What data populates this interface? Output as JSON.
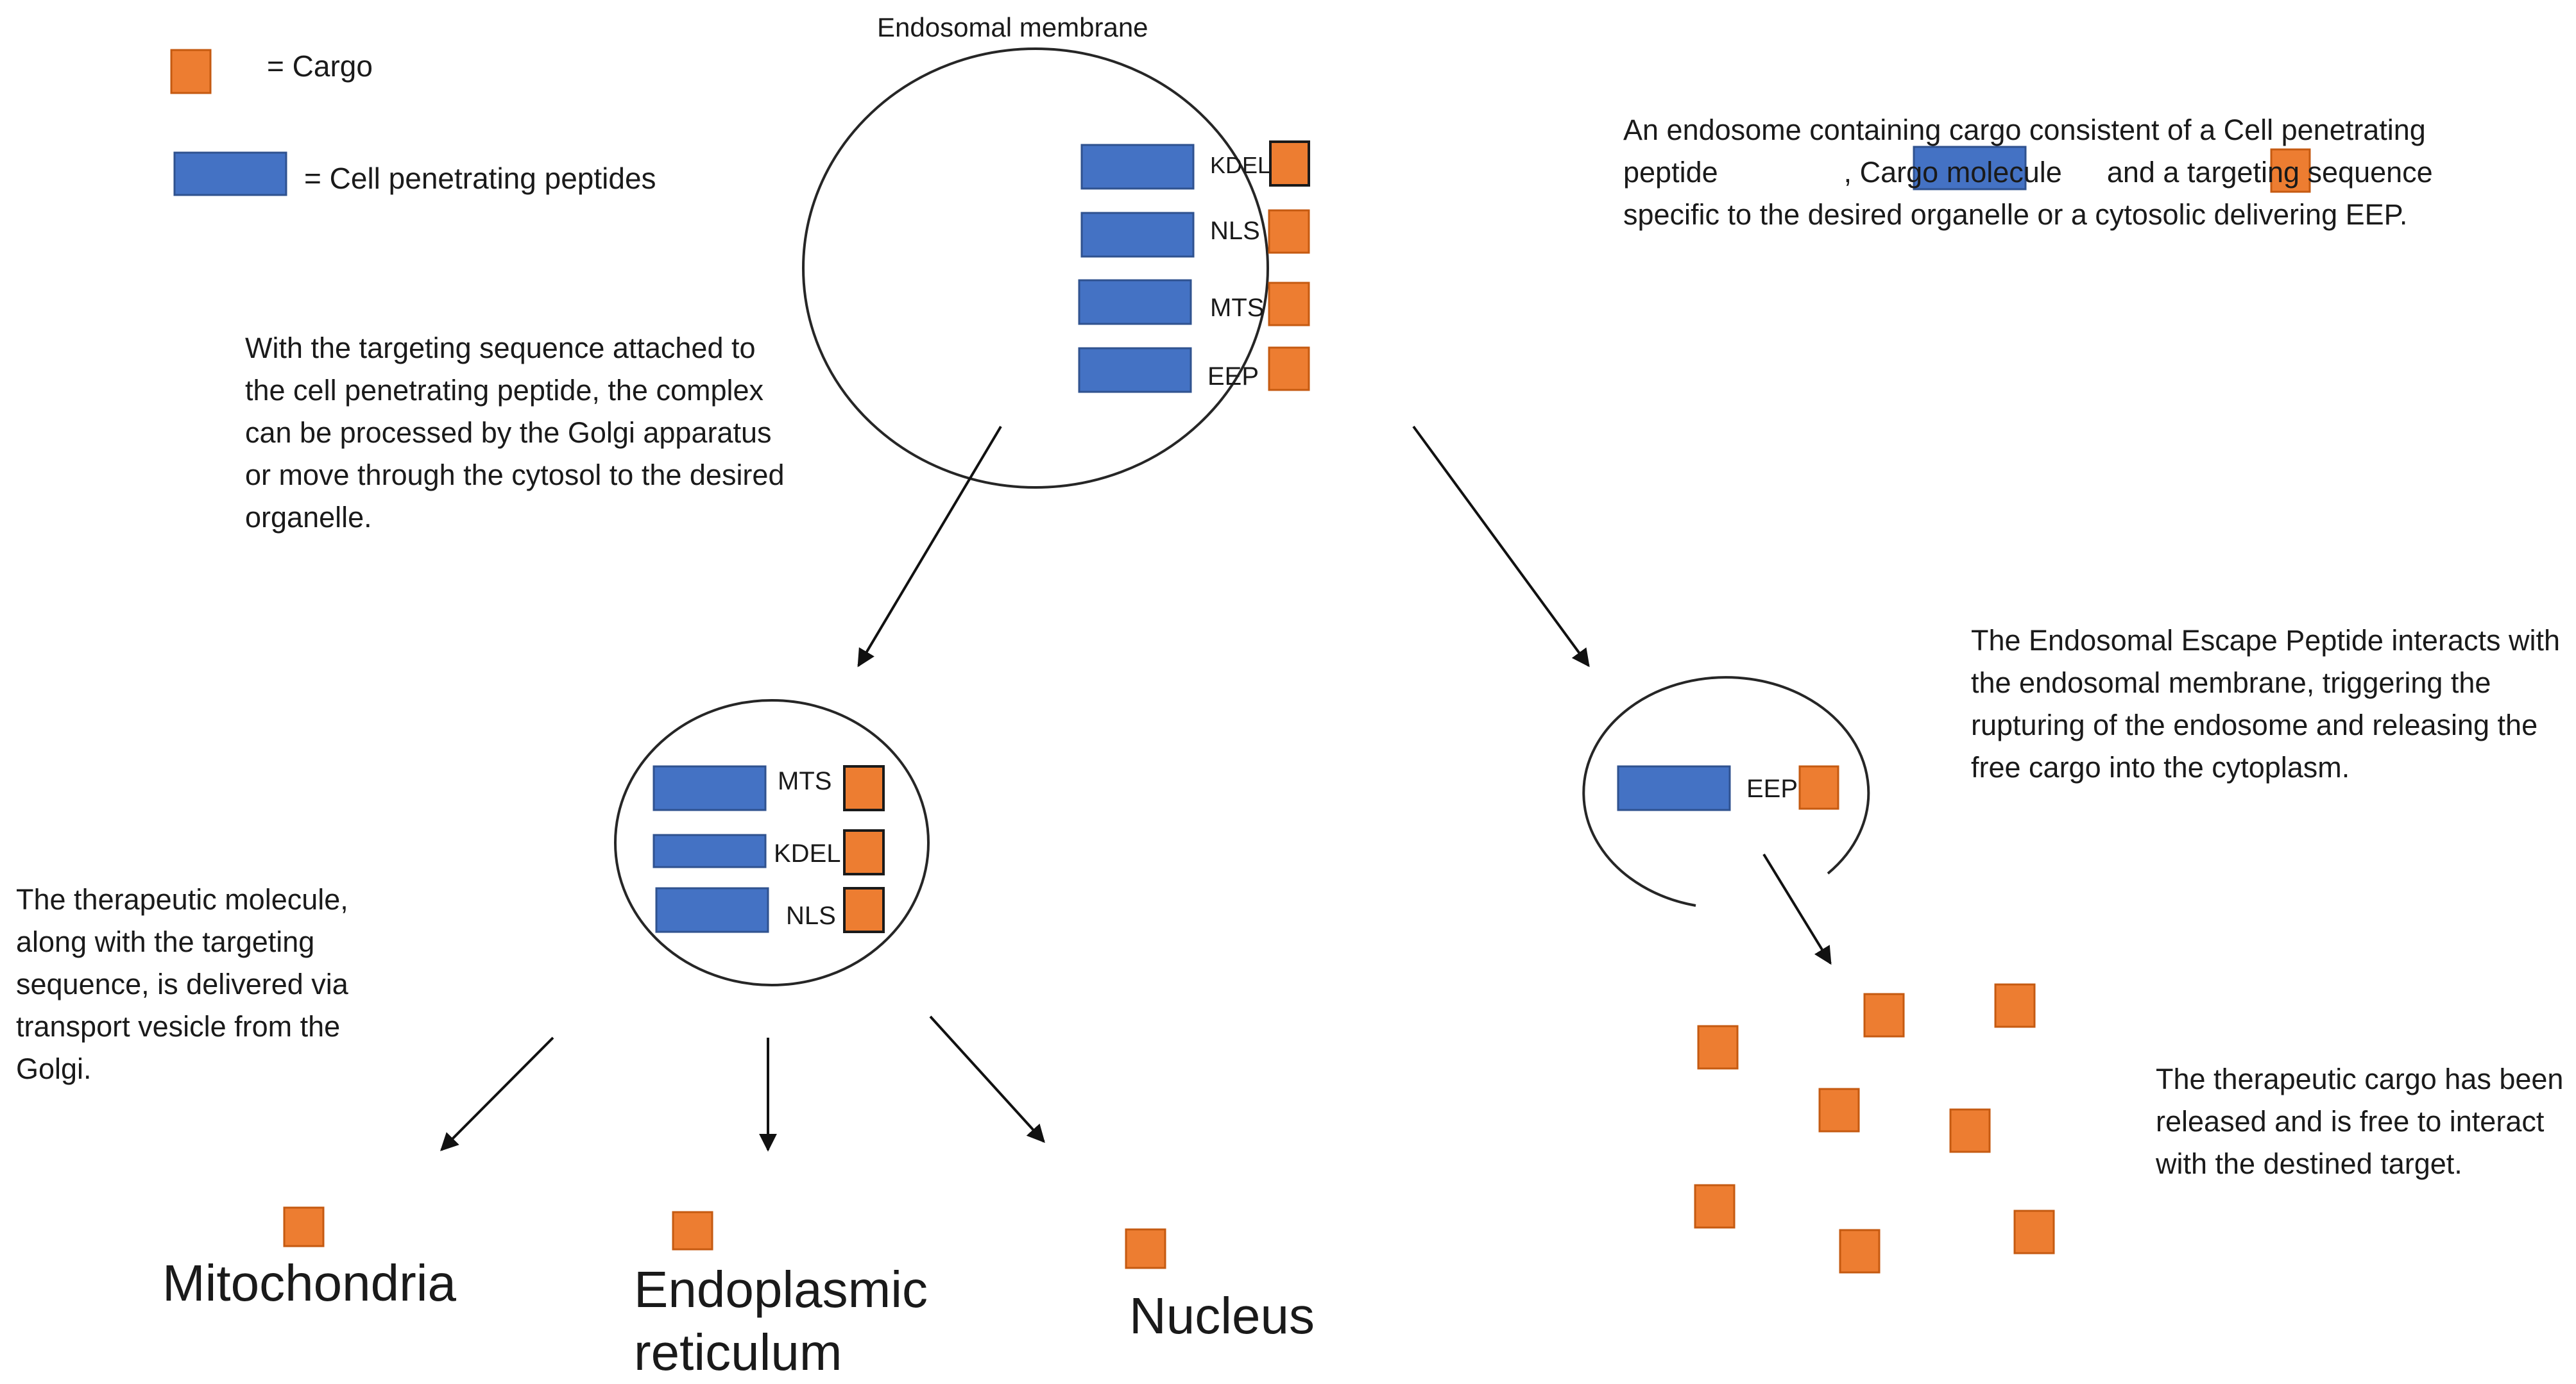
{
  "legend": {
    "cargo_label": "= Cargo",
    "cpp_label": "= Cell penetrating peptides"
  },
  "top_endosome": {
    "title": "Endosomal membrane",
    "tags": [
      "KDEL",
      "NLS",
      "MTS",
      "EEP"
    ]
  },
  "description_top": {
    "part1": "An endosome containing cargo consistent of a Cell penetrating peptide",
    "part2": ", Cargo molecule",
    "part3": "and a targeting sequence specific to the desired organelle or a cytosolic delivering EEP."
  },
  "description_left": "With the targeting sequence attached to the cell penetrating peptide, the complex can be processed by the Golgi apparatus or move through the cytosol to the desired organelle.",
  "golgi_vesicle": {
    "tags": [
      "MTS",
      "KDEL",
      "NLS"
    ]
  },
  "description_golgi": "The therapeutic molecule, along with the targeting sequence, is delivered via transport vesicle from the Golgi.",
  "escape_endosome": {
    "tag": "EEP"
  },
  "description_escape": "The Endosomal Escape Peptide interacts with the endosomal membrane, triggering the rupturing of the endosome and releasing the free cargo into the cytoplasm.",
  "description_released": "The therapeutic cargo has been released and is free to interact with the destined target.",
  "organelles": {
    "mitochondria": "Mitochondria",
    "er": "Endoplasmic reticulum",
    "nucleus": "Nucleus"
  },
  "colors": {
    "cpp": "#4472c4",
    "cargo": "#ed7d31",
    "outline": "#262626"
  }
}
